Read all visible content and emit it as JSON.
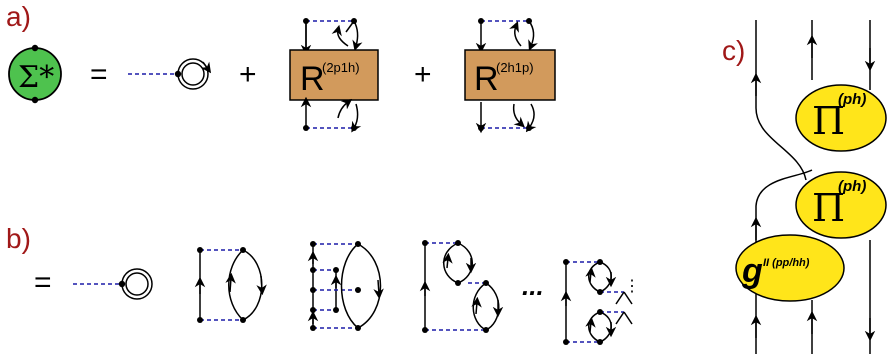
{
  "panels": {
    "a": {
      "label": "a)"
    },
    "b": {
      "label": "b)"
    },
    "c": {
      "label": "c)"
    }
  },
  "symbols": {
    "sigma": "Σ*",
    "equals": "=",
    "plus": "+",
    "ellipsis": "...",
    "vdots": "⋮"
  },
  "boxes": {
    "r_2p1h": {
      "main": "R",
      "sup": "(2p1h)"
    },
    "r_2h1p": {
      "main": "R",
      "sup": "(2h1p)"
    }
  },
  "vertices": {
    "pi": {
      "main": "Π",
      "sup": "(ph)"
    },
    "g": {
      "main": "g",
      "sup": "II (pp/hh)"
    }
  },
  "colors": {
    "panel_label": "#a01818",
    "sigma_fill": "#4ec24e",
    "r_box_fill": "#d29a5c",
    "vertex_fill": "#ffe51a",
    "interaction_line": "#1c1ca8"
  }
}
